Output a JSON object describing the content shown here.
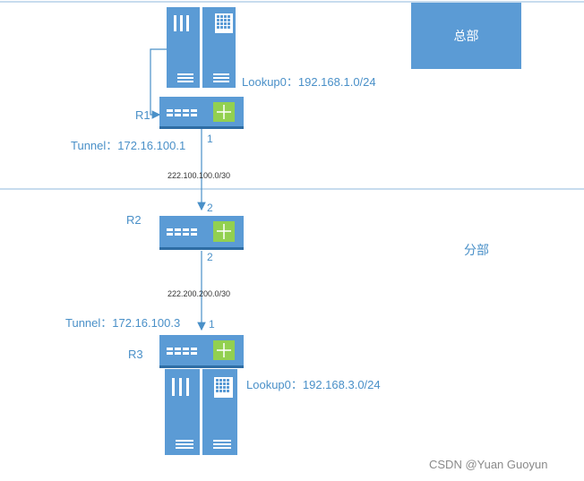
{
  "zones": {
    "hq_label": "总部",
    "branch_label": "分部"
  },
  "routers": {
    "r1": "R1",
    "r2": "R2",
    "r3": "R3"
  },
  "interfaces": {
    "r1_down": "1",
    "r2_up": "2",
    "r2_down": "2",
    "r3_up": "1"
  },
  "links": {
    "r1_r2_subnet": "222.100.100.0/30",
    "r2_r3_subnet": "222.200.200.0/30"
  },
  "tunnels": {
    "r1": "Tunnel：172.16.100.1",
    "r3": "Tunnel：172.16.100.3"
  },
  "loopbacks": {
    "r1": "Lookup0：192.168.1.0/24",
    "r3": "Lookup0：192.168.3.0/24"
  },
  "watermark": "CSDN @Yuan Guoyun",
  "colors": {
    "device_blue": "#5b9bd5",
    "device_green": "#92d050",
    "line_blue": "#4a90c8",
    "zone_box": "#5b9bd5"
  }
}
